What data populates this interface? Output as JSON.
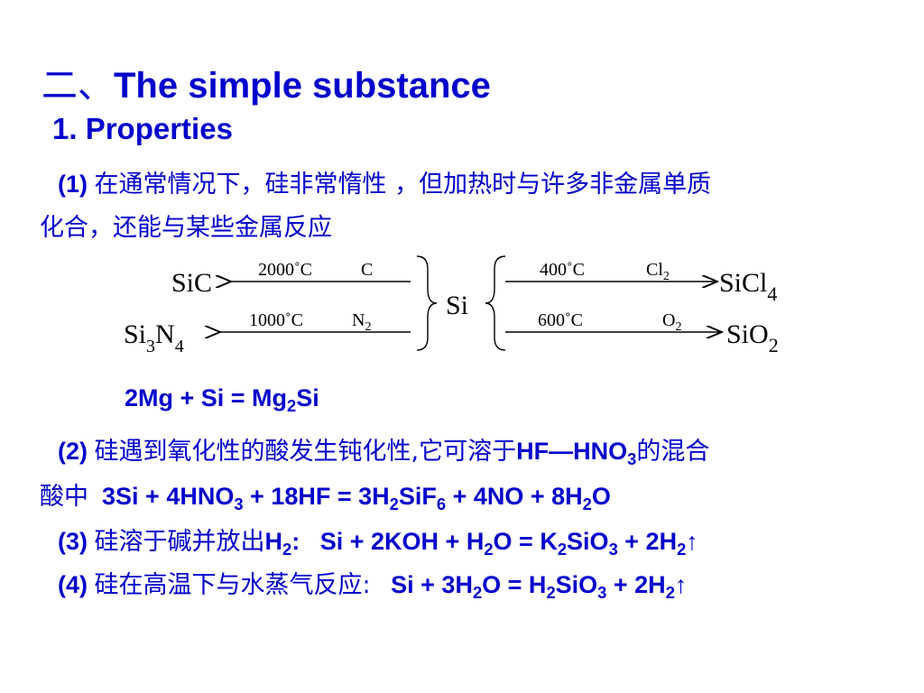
{
  "title": {
    "prefix": "二、",
    "text": "The simple substance"
  },
  "heading": "1. Properties",
  "p1": {
    "label": "(1)",
    "line1": "在通常情况下，硅非常惰性 ，但加热时与许多非金属单质",
    "line2": "化合，还能与某些金属反应"
  },
  "diagram": {
    "center": "Si",
    "left": [
      {
        "product": "SiC",
        "temp": "2000˚C",
        "reagent": "C"
      },
      {
        "product_parts": [
          "Si",
          "3",
          "N",
          "4"
        ],
        "temp": "1000˚C",
        "reagent": "N",
        "reagent_sub": "2"
      }
    ],
    "right": [
      {
        "product": "SiCl",
        "product_sub": "4",
        "temp": "400˚C",
        "reagent": "Cl",
        "reagent_sub": "2"
      },
      {
        "product": "SiO",
        "product_sub": "2",
        "temp": "600˚C",
        "reagent": "O",
        "reagent_sub": "2"
      }
    ]
  },
  "mg_eq": {
    "a": "2Mg + Si = Mg",
    "s1": "2",
    "b": "Si"
  },
  "p2": {
    "label": "(2)",
    "text_a": "硅遇到氧化性的酸发生钝化性,它可溶于",
    "hf": "HF—HNO",
    "hf_sub": "3",
    "text_b": "的混合",
    "line2_cn": "酸中",
    "eq": [
      "3Si + 4HNO",
      "3",
      " + 18HF = 3H",
      "2",
      "SiF",
      "6",
      " + 4NO + 8H",
      "2",
      "O"
    ]
  },
  "p3": {
    "label": "(3)",
    "text": "硅溶于碱并放出",
    "h": "H",
    "h_sub": "2",
    "colon": ":",
    "eq": [
      "Si + 2KOH + H",
      "2",
      "O = K",
      "2",
      "SiO",
      "3",
      " + 2H",
      "2",
      "↑"
    ]
  },
  "p4": {
    "label": "(4)",
    "text": "硅在高温下与水蒸气反应:",
    "eq": [
      "Si + 3H",
      "2",
      "O = H",
      "2",
      "SiO",
      "3",
      " + 2H",
      "2",
      "↑"
    ]
  }
}
